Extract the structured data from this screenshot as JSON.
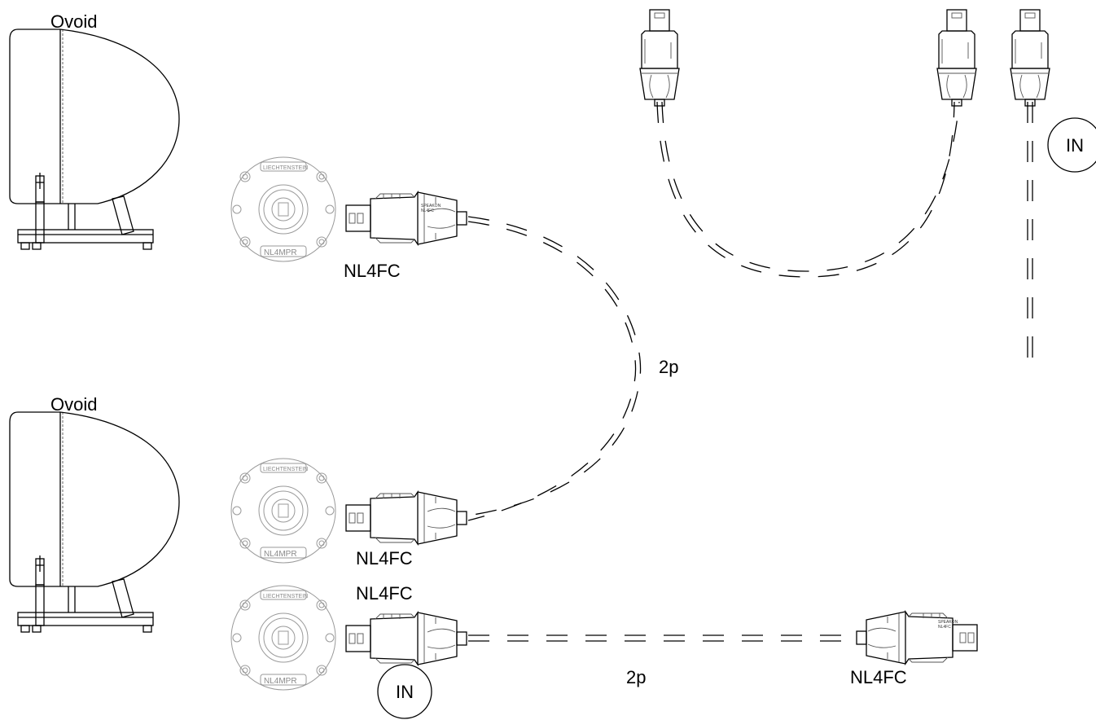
{
  "speakers": {
    "top_label": "Ovoid",
    "bottom_label": "Ovoid"
  },
  "sockets": {
    "panel_top": "LIECHTENSTEIN",
    "panel_bottom": "NL4MPR"
  },
  "connectors": {
    "top_label": "NL4FC",
    "middle_label": "NL4FC",
    "lower_label": "NL4FC",
    "far_right_label": "NL4FC",
    "body_text_a": "SPEAKON",
    "body_text_b": "NL4FC"
  },
  "cables": {
    "main_run_label": "2p",
    "bottom_run_label": "2p"
  },
  "inputs": {
    "right_badge": "IN",
    "bottom_badge": "IN"
  }
}
